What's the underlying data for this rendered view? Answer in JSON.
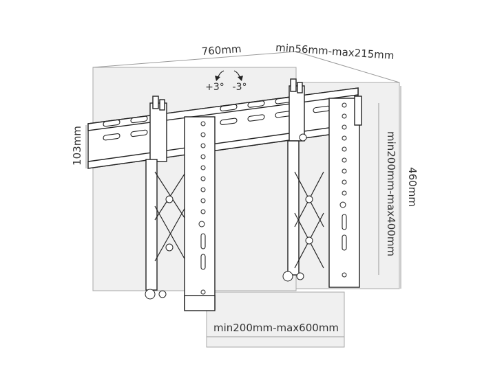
{
  "dimensions": {
    "width_total": "760mm",
    "adjust_range": "min56mm-max215mm",
    "rail_height": "103mm",
    "height_total": "460mm",
    "vertical_range": "min200mm-max400mm",
    "horizontal_range": "min200mm-max600mm"
  },
  "tilt": {
    "up": "+3°",
    "down": "-3°"
  },
  "colors": {
    "line": "#222222",
    "dimension_line": "#9a9a9a",
    "shadow_fill": "#f0f0f0",
    "text": "#333333"
  }
}
